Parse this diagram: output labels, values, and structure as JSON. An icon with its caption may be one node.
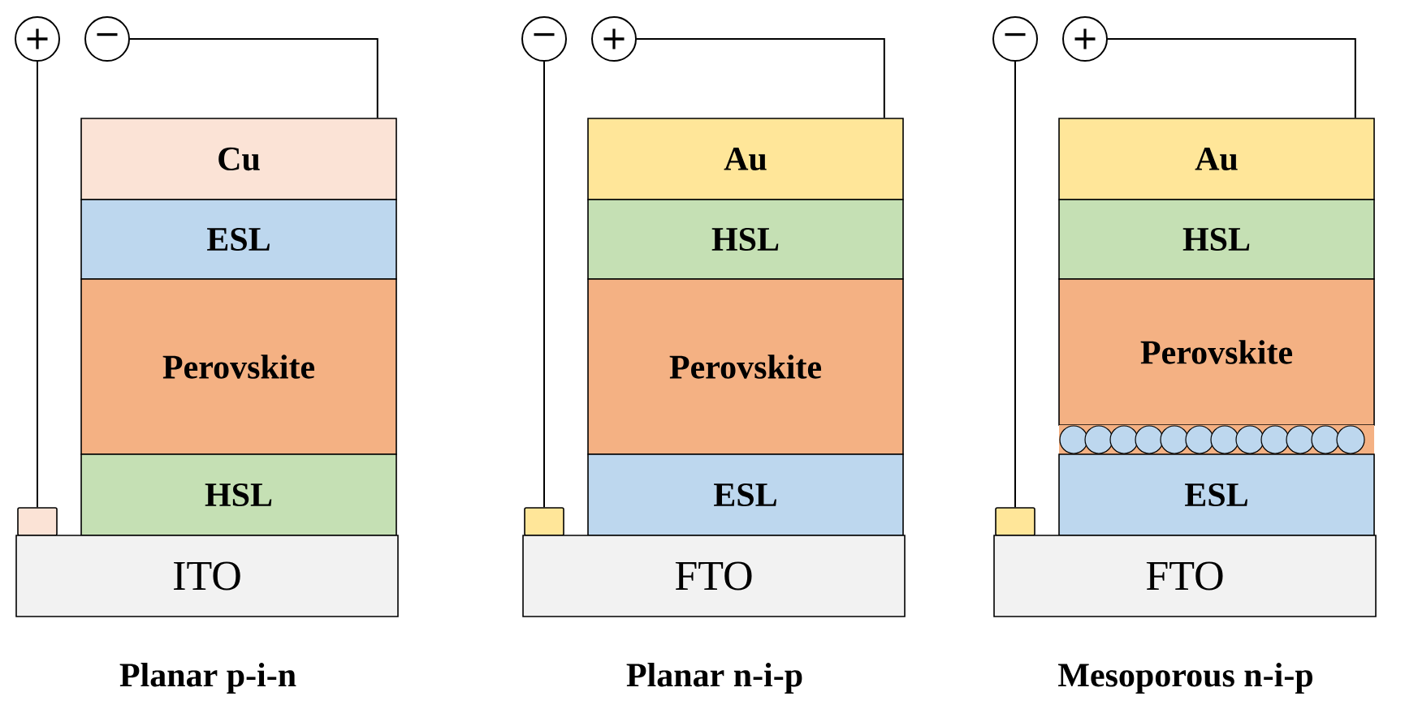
{
  "diagram": {
    "nodes": [
      {
        "text": [
          "+"
        ]
      },
      {
        "text": [
          "−"
        ]
      },
      {
        "text": [
          "Cu"
        ]
      },
      {
        "text": [
          "ESL"
        ]
      },
      {
        "text": [
          "Perovskite"
        ]
      },
      {
        "text": [
          "HSL"
        ]
      },
      {
        "text": [],
        "shape": "box"
      },
      {
        "text": [
          "ITO"
        ]
      },
      {
        "text": [
          "−"
        ]
      },
      {
        "text": [
          "+"
        ]
      },
      {
        "text": [
          "Au"
        ]
      },
      {
        "text": [
          "HSL"
        ]
      },
      {
        "text": [
          "Perovskite"
        ]
      },
      {
        "text": [
          "ESL"
        ]
      },
      {
        "text": [],
        "shape": "box"
      },
      {
        "text": [
          "FTO"
        ]
      },
      {
        "text": [
          "−"
        ]
      },
      {
        "text": [
          "+"
        ]
      },
      {
        "text": [
          "Au"
        ]
      },
      {
        "text": [
          "HSL"
        ]
      },
      {
        "text": [
          "Perovskite"
        ]
      },
      {
        "text": [],
        "shape": "bar"
      },
      {
        "text": [
          "ESL"
        ]
      },
      {
        "text": [],
        "shape": "box"
      },
      {
        "text": [
          "FTO"
        ]
      }
    ],
    "edges": [
      {
        "from": 0,
        "to": 6,
        "arrow": "none"
      },
      {
        "from": 1,
        "to": 2,
        "arrow": "none"
      },
      {
        "from": 8,
        "to": 14,
        "arrow": "none"
      },
      {
        "from": 9,
        "to": 10,
        "arrow": "none"
      },
      {
        "from": 16,
        "to": 23,
        "arrow": "none"
      },
      {
        "from": 17,
        "to": 18,
        "arrow": "none"
      }
    ],
    "labels": [
      "Planar p-i-n",
      "Planar n-i-p",
      "Mesoporous n-i-p"
    ]
  }
}
